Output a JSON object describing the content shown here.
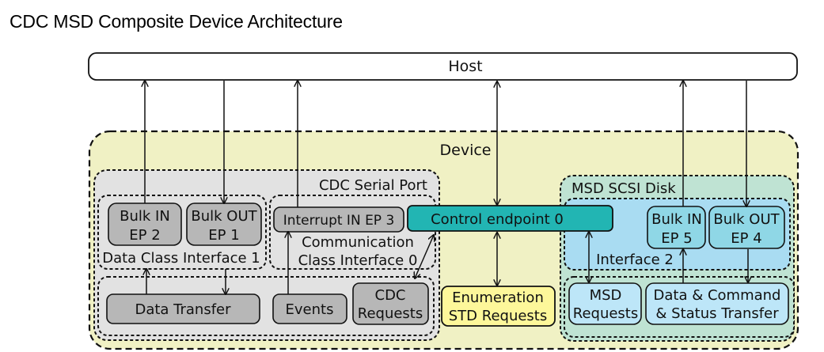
{
  "title": "CDC MSD Composite Device Architecture",
  "host": "Host",
  "device": "Device",
  "cdc": {
    "label": "CDC Serial Port",
    "bulk_in": [
      "Bulk IN",
      "EP 2"
    ],
    "bulk_out": [
      "Bulk OUT",
      "EP 1"
    ],
    "data_class_interface": "Data Class Interface 1",
    "interrupt_in": "Interrupt IN EP 3",
    "communication_interface": [
      "Communication",
      "Class Interface 0"
    ],
    "data_transfer": "Data Transfer",
    "events": "Events",
    "cdc_requests": [
      "CDC",
      "Requests"
    ]
  },
  "control_endpoint": "Control endpoint 0",
  "enumeration": [
    "Enumeration",
    "STD Requests"
  ],
  "msd": {
    "label": "MSD SCSI Disk",
    "bulk_in": [
      "Bulk IN",
      "EP 5"
    ],
    "bulk_out": [
      "Bulk OUT",
      "EP 4"
    ],
    "interface": "Interface 2",
    "msd_requests": [
      "MSD",
      "Requests"
    ],
    "data_command": [
      "Data & Command",
      "& Status Transfer"
    ]
  },
  "colors": {
    "device_fill": "#f0f1c4",
    "cdc_fill": "#e2e2e2",
    "box_fill": "#b7b7b7",
    "msd_fill": "#bfe3d3",
    "interface2_fill": "#a9dcf2",
    "control_fill": "#22b5b3",
    "enumeration_fill": "#fdf79a",
    "msd_box_fill": "#bde6f8",
    "msd_bulk_fill": "#8fd7e6"
  }
}
